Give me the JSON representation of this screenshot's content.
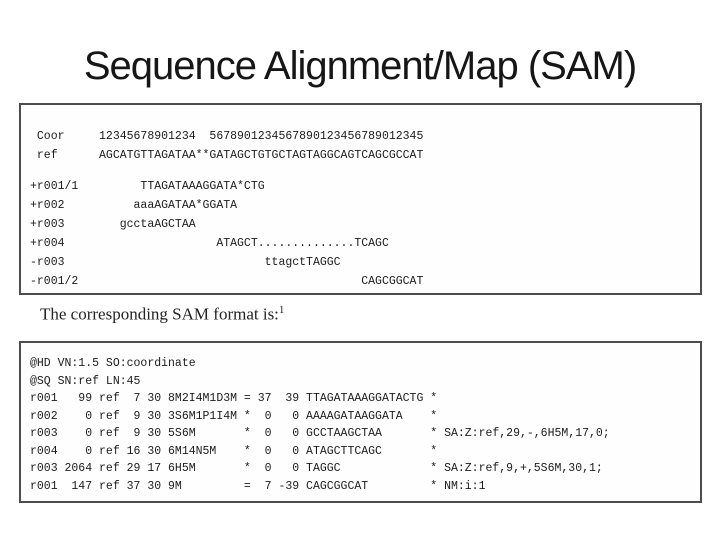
{
  "slide": {
    "title": "Sequence Alignment/Map (SAM)",
    "caption": "The corresponding SAM format is:",
    "caption_footnote_marker": "1"
  },
  "alignment_box": {
    "coor_line": " Coor     12345678901234  5678901234567890123456789012345",
    "ref_line": " ref      AGCATGTTAGATAA**GATAGCTGTGCTAGTAGGCAGTCAGCGCCAT",
    "read_lines": [
      "+r001/1         TTAGATAAAGGATA*CTG",
      "+r002          aaaAGATAA*GGATA",
      "+r003        gcctaAGCTAA",
      "+r004                      ATAGCT..............TCAGC",
      "-r003                             ttagctTAGGC",
      "-r001/2                                         CAGCGGCAT"
    ]
  },
  "sam_box": {
    "lines": [
      "@HD VN:1.5 SO:coordinate",
      "@SQ SN:ref LN:45",
      "r001   99 ref  7 30 8M2I4M1D3M = 37  39 TTAGATAAAGGATACTG *",
      "r002    0 ref  9 30 3S6M1P1I4M *  0   0 AAAAGATAAGGATA    *",
      "r003    0 ref  9 30 5S6M       *  0   0 GCCTAAGCTAA       * SA:Z:ref,29,-,6H5M,17,0;",
      "r004    0 ref 16 30 6M14N5M    *  0   0 ATAGCTTCAGC       *",
      "r003 2064 ref 29 17 6H5M       *  0   0 TAGGC             * SA:Z:ref,9,+,5S6M,30,1;",
      "r001  147 ref 37 30 9M         =  7 -39 CAGCGGCAT         * NM:i:1"
    ]
  }
}
